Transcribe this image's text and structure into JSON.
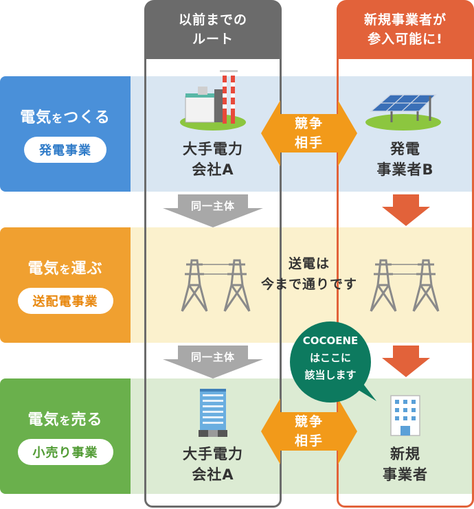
{
  "columns": {
    "previous": {
      "line1": "以前までの",
      "line2": "ルート"
    },
    "new": {
      "line1": "新規事業者が",
      "line2": "参入可能に!"
    }
  },
  "rows": {
    "generation": {
      "title_a": "電気",
      "title_b": "を",
      "title_c": "つくる",
      "pill": "発電事業"
    },
    "transmission": {
      "title_a": "電気",
      "title_b": "を",
      "title_c": "運ぶ",
      "pill": "送配電事業"
    },
    "retail": {
      "title_a": "電気",
      "title_b": "を",
      "title_c": "売る",
      "pill": "小売り事業"
    }
  },
  "entities": {
    "gen_old": {
      "line1": "大手電力",
      "line2": "会社A"
    },
    "gen_new": {
      "line1": "発電",
      "line2": "事業者B"
    },
    "retail_old": {
      "line1": "大手電力",
      "line2": "会社A"
    },
    "retail_new": {
      "line1": "新規",
      "line2": "事業者"
    }
  },
  "compete": {
    "line1": "競争",
    "line2": "相手"
  },
  "same_entity": "同一主体",
  "transmission_text": {
    "line1": "送電は",
    "line2": "今まで通りです"
  },
  "callout": {
    "line1": "COCOENE",
    "line2": "はここに",
    "line3": "該当します"
  },
  "colors": {
    "gen": "#4a90d9",
    "transmission": "#f0a030",
    "retail": "#6ab04c",
    "gray": "#6b6b6b",
    "orange_red": "#e2623a",
    "compete": "#f29a1a",
    "callout": "#0d7a5f"
  }
}
